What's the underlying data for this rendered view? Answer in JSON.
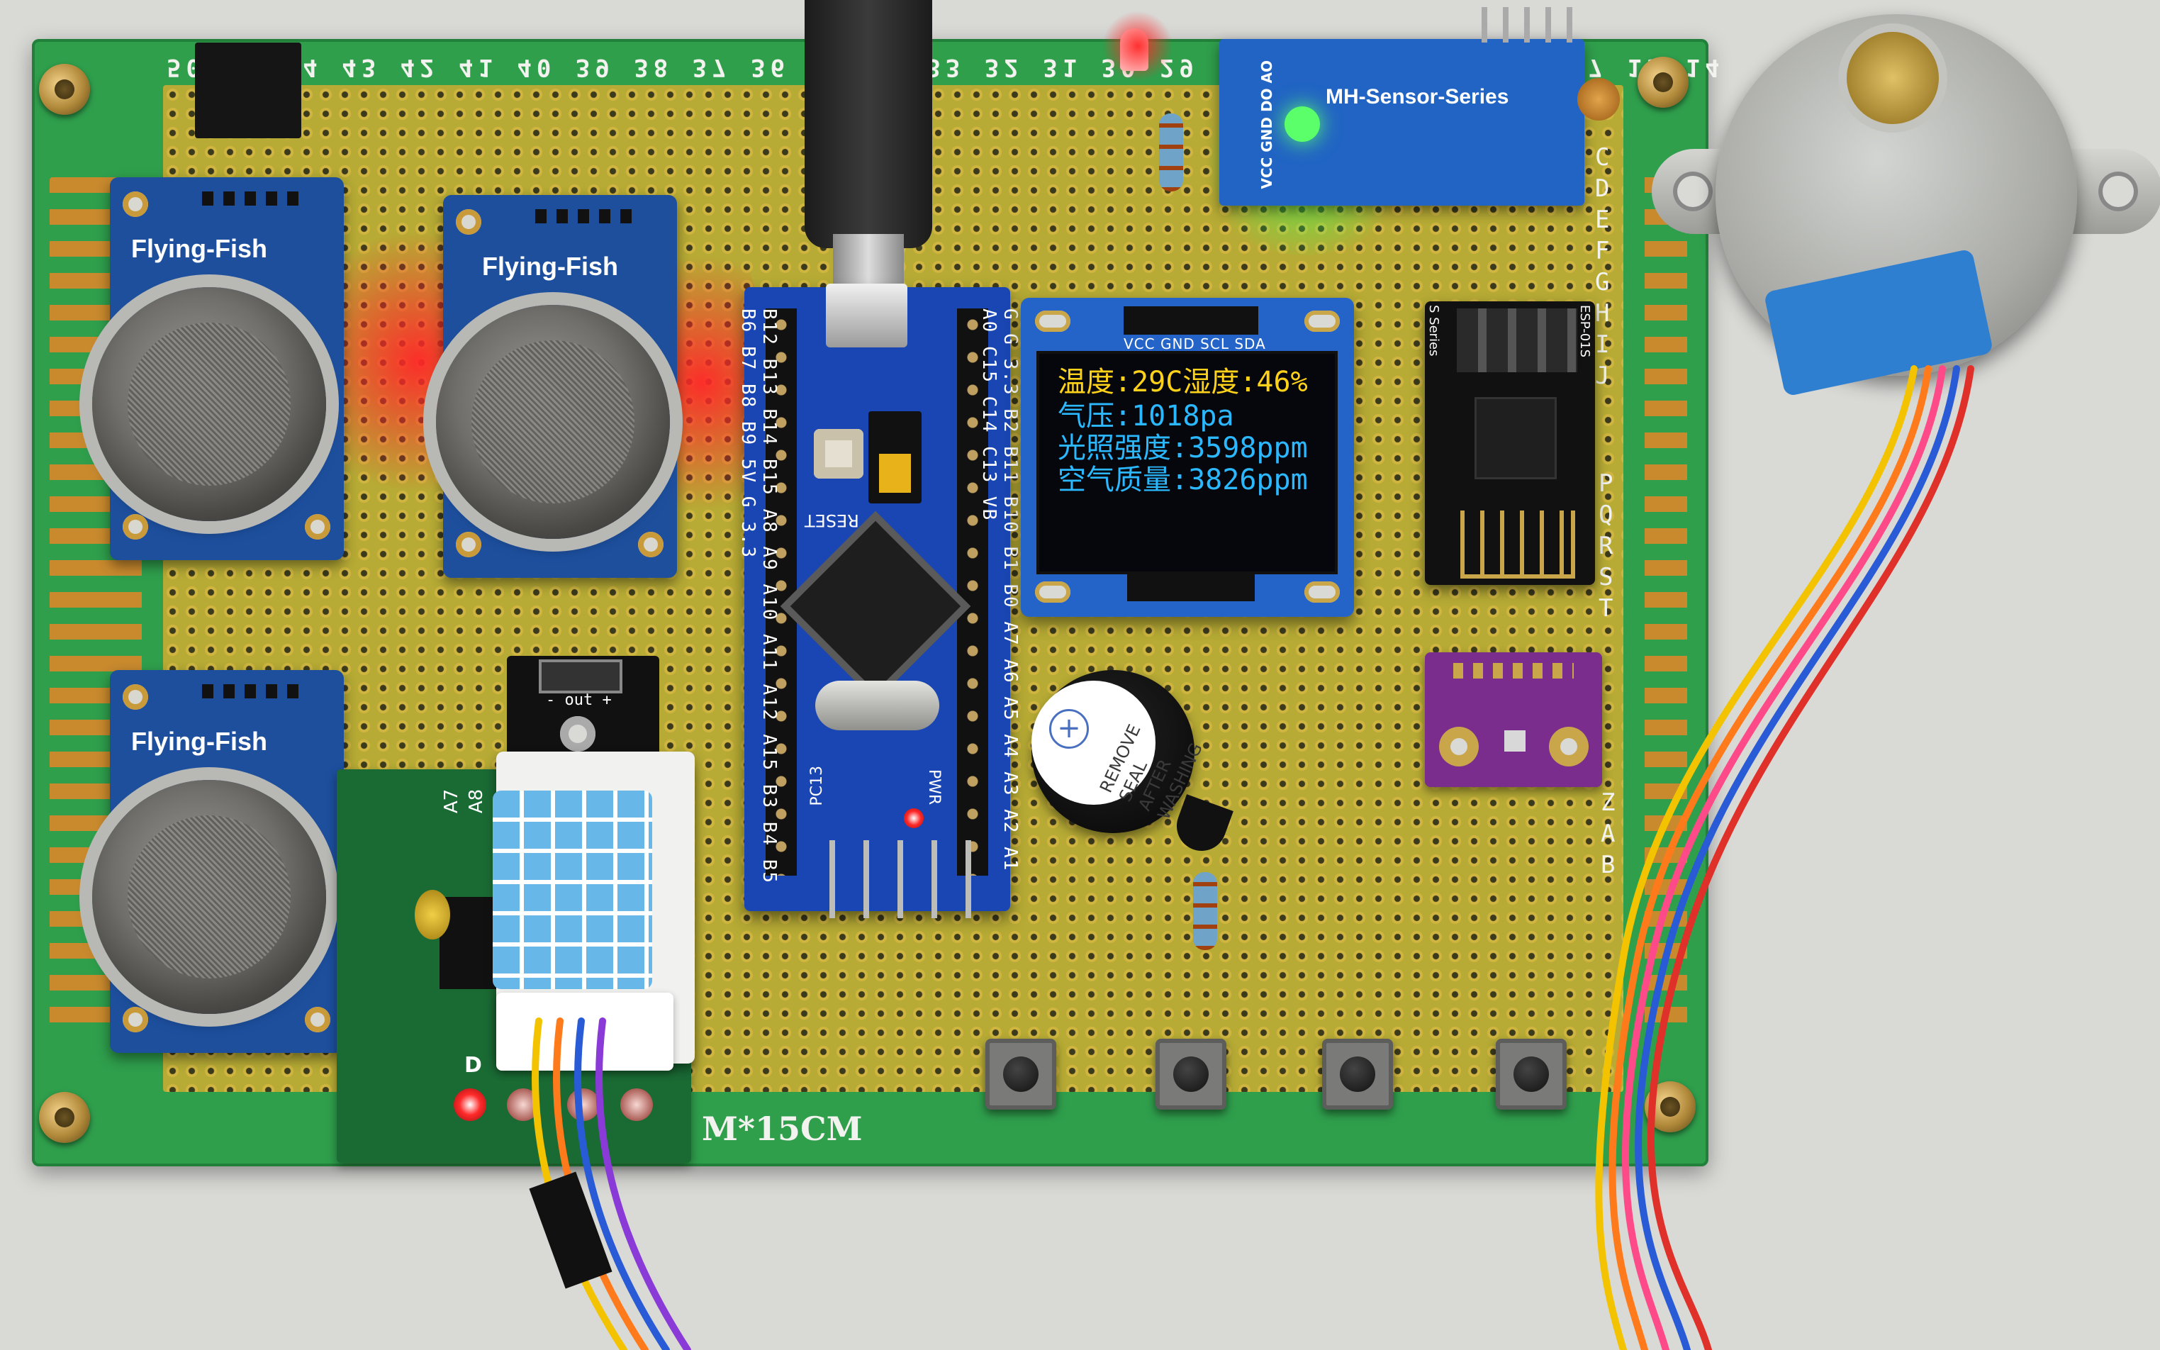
{
  "board": {
    "pin_numbers": "50 45 44 43 42 41 40 39 38 37 36 35 34 33 32 31 30 29 28 22 21 20 19 18 17 15 14",
    "size_label": "M*15CM",
    "row_letters_top": "CDEFGHIJ",
    "row_letters_mid": "PQRST",
    "row_letters_bottom": "ZAB"
  },
  "gas_sensors": [
    {
      "label": "Flying-Fish"
    },
    {
      "label": "Flying-Fish"
    },
    {
      "label": "Flying-Fish"
    }
  ],
  "light_sensor": {
    "title": "MH-Sensor-Series",
    "pins": "VCC GND DO AO"
  },
  "mcu": {
    "left_pins": "B12 B13 B14 B15 A8 A9 A10 A11 A12 A15 B3 B4 B5 B6 B7 B8 B9 5V G 3.3",
    "right_pins": "G G 3.3 B2 B11 B10 B1 B0 A7 A6 A5 A4 A3 A2 A1 A0 C15 C14 C13 VB",
    "reset_label": "RESET",
    "pc13_label": "PC13",
    "pwr_label": "PWR"
  },
  "oled": {
    "pin_labels": "VCC GND SCL SDA",
    "lines": [
      {
        "text": "温度:29C湿度:46%",
        "color": "#ffd21a"
      },
      {
        "text": "气压:1018pa",
        "color": "#2bb8ff"
      },
      {
        "text": "光照强度:3598ppm",
        "color": "#2bb8ff"
      },
      {
        "text": "空气质量:3826ppm",
        "color": "#2bb8ff"
      }
    ]
  },
  "esp01": {
    "left_label": "S Series",
    "right_label": "ESP-01S"
  },
  "sound_module": {
    "label": "- out +"
  },
  "buzzer": {
    "seal_text": "REMOVE\nSEAL\nAFTER\nWASHING",
    "plus": "+"
  },
  "driver_board": {
    "label_a": "A7",
    "label_b": "A8",
    "label_d": "D"
  },
  "colors": {
    "pcb_green": "#2f9f4c",
    "perfboard": "#b7ab35",
    "module_blue": "#1d4f9d",
    "oled_yellow": "#ffd21a",
    "oled_cyan": "#2bb8ff",
    "led_red": "#ff2828",
    "led_green": "#3cff50"
  },
  "icons": {
    "buttons": [
      "tactile-button",
      "tactile-button",
      "tactile-button",
      "tactile-button"
    ]
  }
}
